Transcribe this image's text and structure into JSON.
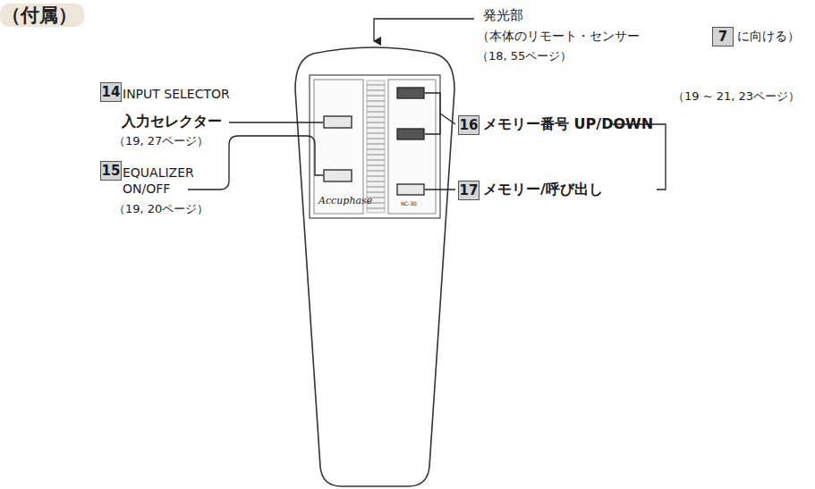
{
  "diagram": {
    "title": "（付属）",
    "labels": [
      "発光部",
      "（本体のリモート・センサー",
      "7",
      "に向ける）",
      "（18, 55ページ）",
      "14",
      "INPUT SELECTOR",
      "入力セレクター",
      "（19, 27ページ）",
      "15",
      "EQUALIZER",
      "ON/OFF",
      "（19, 20ページ）",
      "16",
      "メモリー番号 UP/DOWN",
      "17",
      "メモリー/呼び出し",
      "（19 ~ 21, 23ページ）",
      "Accuphase",
      "RC-30"
    ]
  }
}
